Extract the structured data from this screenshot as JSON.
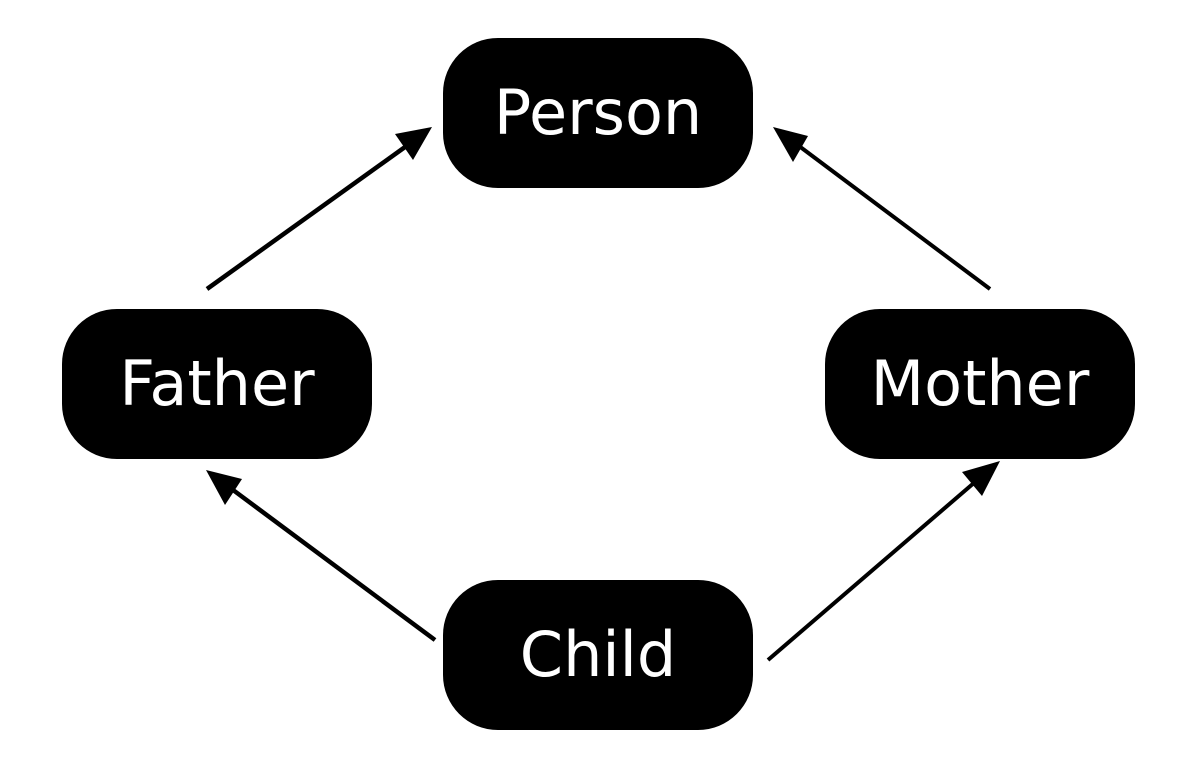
{
  "colors": {
    "node_fill": "#000000",
    "node_text": "#ffffff",
    "edge": "#000000",
    "background": "#ffffff"
  },
  "nodes": {
    "person": {
      "label": "Person"
    },
    "father": {
      "label": "Father"
    },
    "mother": {
      "label": "Mother"
    },
    "child": {
      "label": "Child"
    }
  },
  "edges": [
    {
      "from": "father",
      "to": "person"
    },
    {
      "from": "mother",
      "to": "person"
    },
    {
      "from": "child",
      "to": "father"
    },
    {
      "from": "child",
      "to": "mother"
    }
  ]
}
